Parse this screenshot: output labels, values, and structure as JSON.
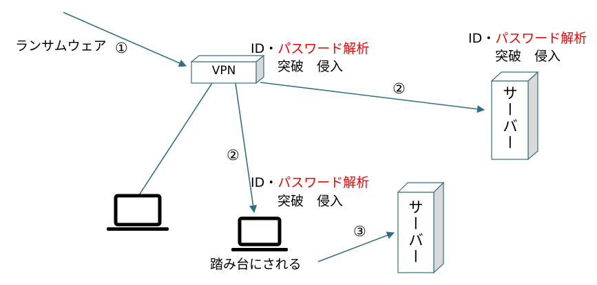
{
  "labels": {
    "ransomware": "ランサムウェア",
    "step1": "①",
    "step2": "②",
    "step3": "③",
    "vpn": "VPN",
    "id_prefix": "ID・",
    "password_analysis": "パスワード解析",
    "breach_intrusion": "突破　侵入",
    "server": "サーバー",
    "stepping_stone": "踏み台にされる"
  },
  "colors": {
    "line": "#2f6f86",
    "highlight": "#ff0000",
    "box_stroke": "#2f6f86",
    "box_side": "#d9d9d9"
  }
}
